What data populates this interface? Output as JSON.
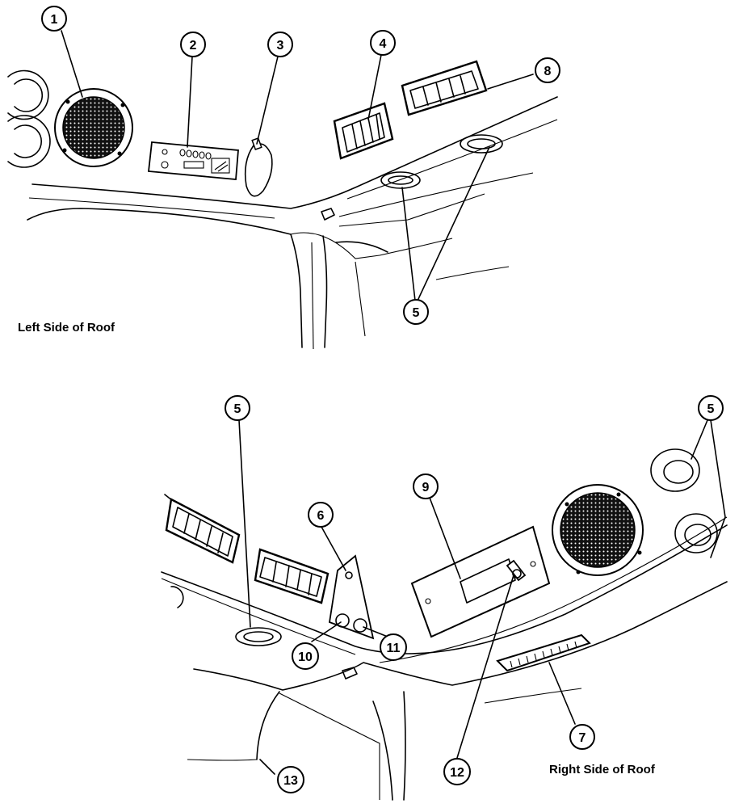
{
  "captions": {
    "left": "Left Side of Roof",
    "right": "Right Side of Roof"
  },
  "callouts": {
    "c1": "1",
    "c2": "2",
    "c3": "3",
    "c4": "4",
    "c5a": "5",
    "c8": "8",
    "c5b": "5",
    "c5c": "5",
    "c6": "6",
    "c9": "9",
    "c10": "10",
    "c11": "11",
    "c12": "12",
    "c7": "7",
    "c13": "13"
  }
}
